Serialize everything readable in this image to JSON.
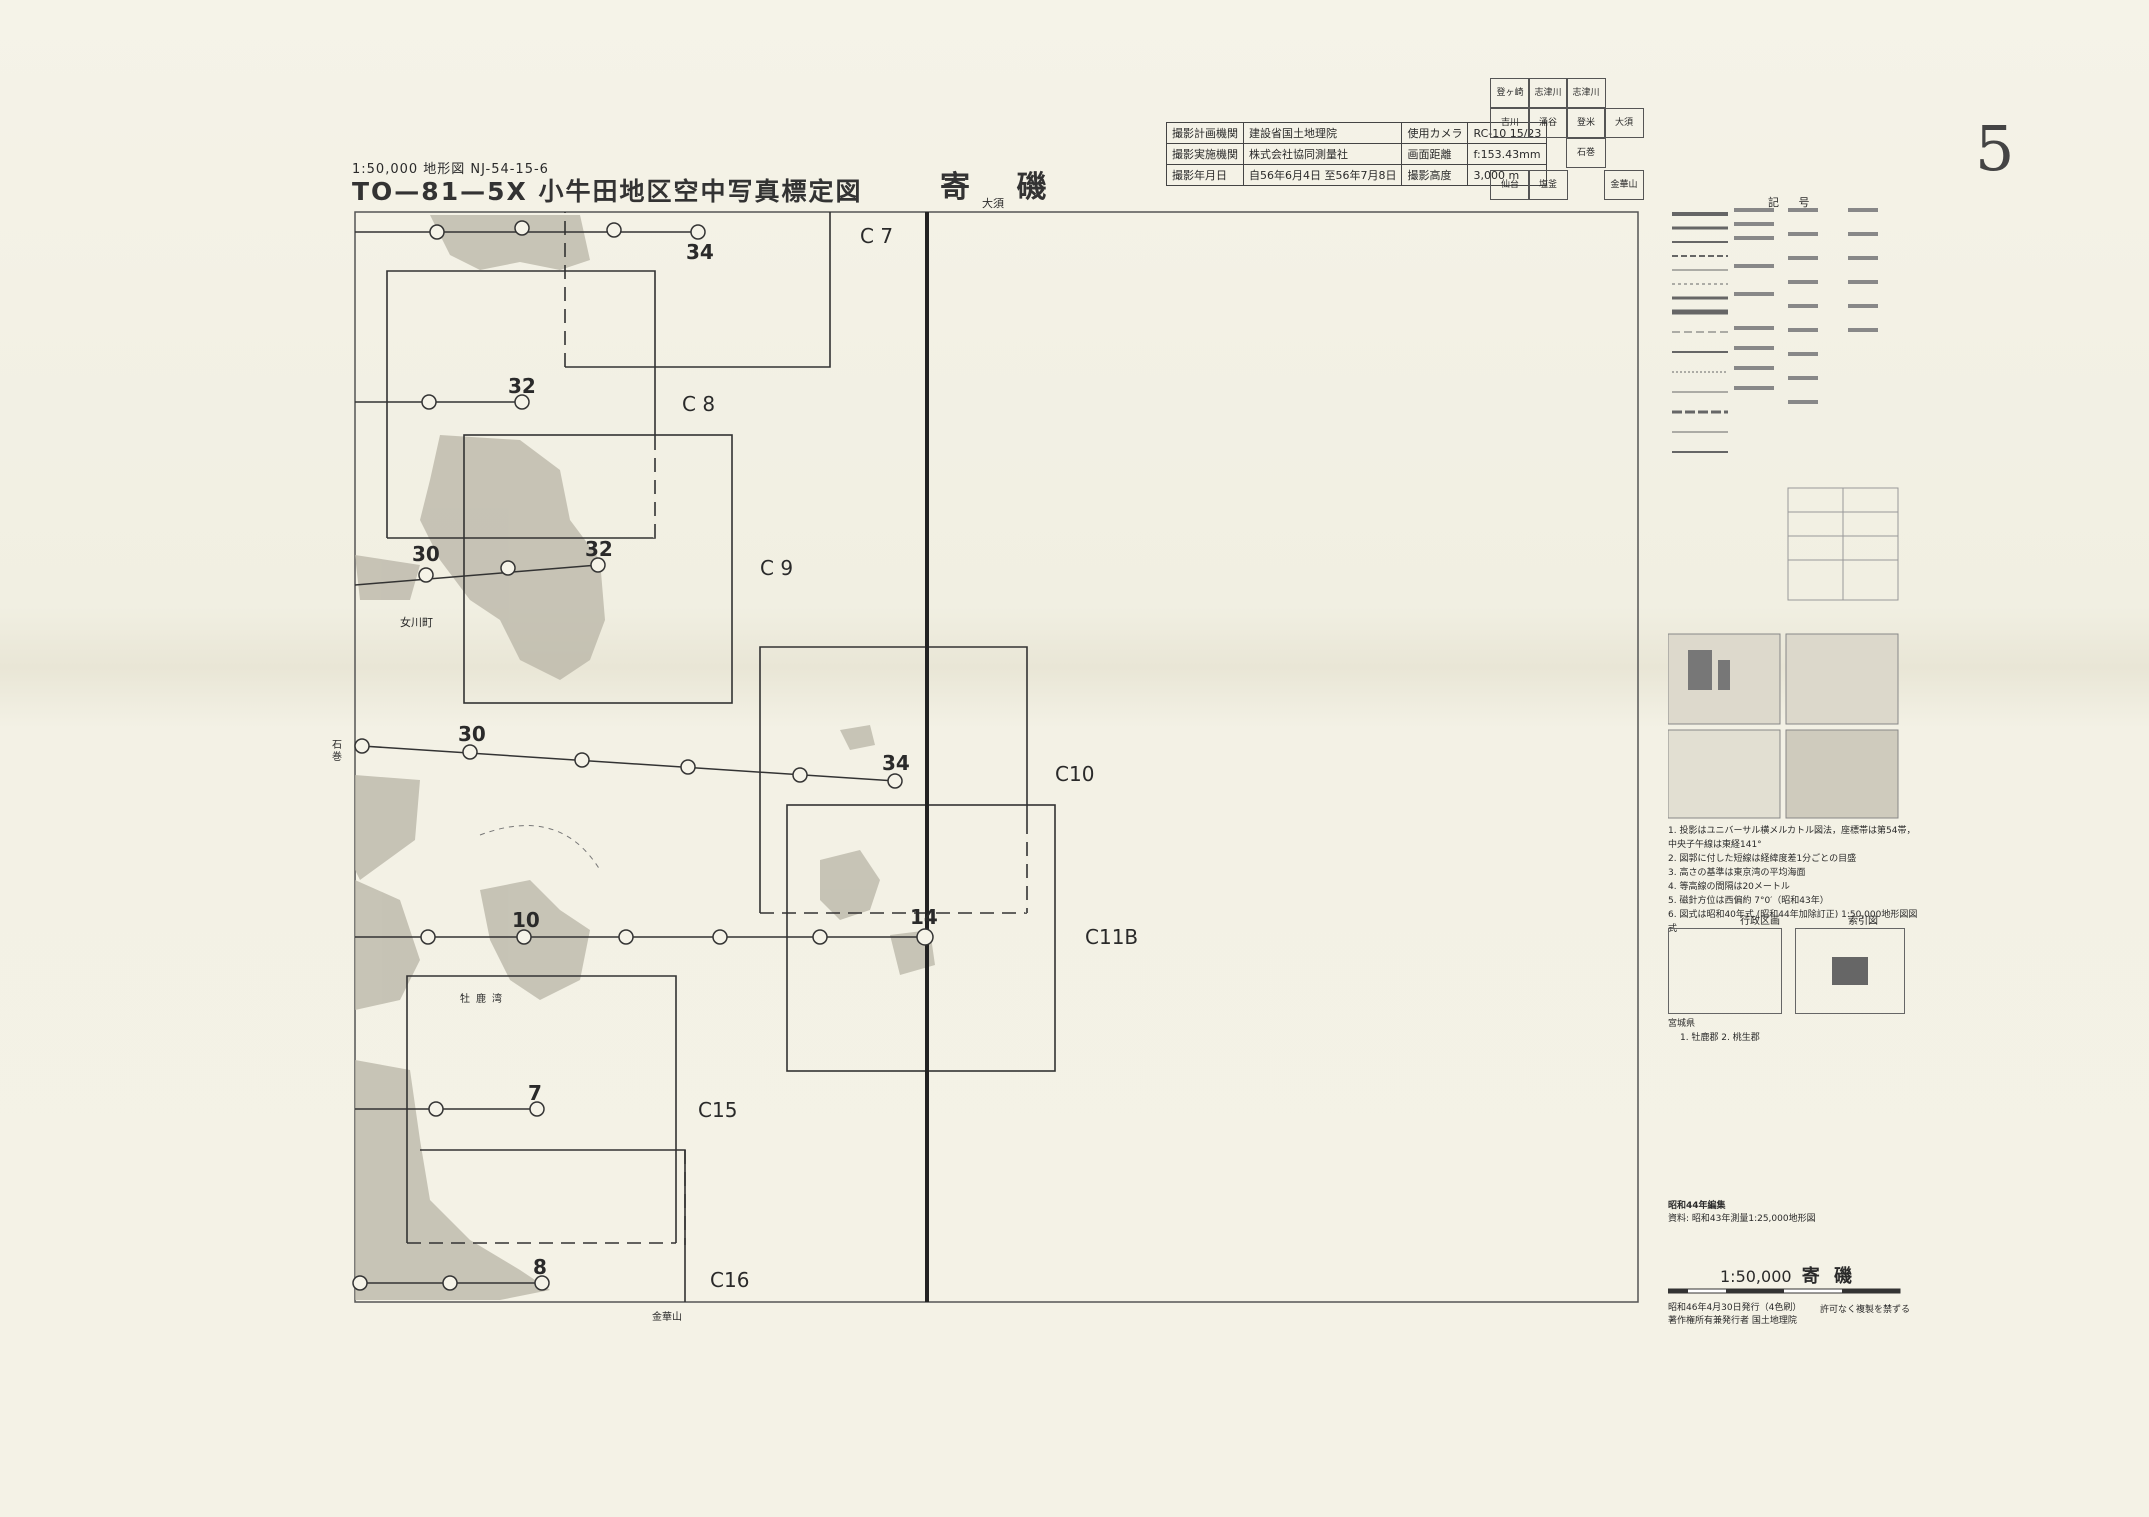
{
  "header": {
    "scale_line": "1:50,000 地形図  NJ-54-15-6",
    "main_title": "TO—81—5X  小牛田地区空中写真標定図",
    "sheet_name": "寄   磯",
    "sub_name": "大須",
    "page_number": "5"
  },
  "info_table": {
    "rows": [
      [
        "撮影計画機関",
        "建設省国土地理院",
        "使用カメラ",
        "RC-10 15/23"
      ],
      [
        "撮影実施機関",
        "株式会社協同測量社",
        "画面距離",
        "f:153.43mm"
      ],
      [
        "撮影年月日",
        "自56年6月4日 至56年7月8日",
        "撮影高度",
        "3,000 m"
      ]
    ]
  },
  "index_grid": [
    "登ヶ崎",
    "志津川",
    "吉川",
    "涌谷",
    "登米",
    "大須",
    "石巻",
    "金華山",
    "仙台",
    "塩釜"
  ],
  "map": {
    "photo_boxes": [
      "C 7",
      "C 8",
      "C 9",
      "C10",
      "C11B",
      "C15",
      "C16"
    ],
    "photo_numbers": [
      "34",
      "32",
      "30",
      "32",
      "30",
      "34",
      "10",
      "14",
      "7",
      "8"
    ],
    "place_labels": [
      "女川町",
      "石巻",
      "金華山",
      "牡鹿湾",
      "大須"
    ]
  },
  "legend": {
    "title": "記   号"
  },
  "notes": [
    "1. 投影はユニバーサル横メルカトル図法，座標帯は第54帯，中央子午線は東経141°",
    "2. 図郭に付した短線は経緯度差1分ごとの目盛",
    "3. 高さの基準は東京湾の平均海面",
    "4. 等高線の間隔は20メートル",
    "5. 磁針方位は西偏約 7°0′（昭和43年）",
    "6. 図式は昭和40年式 (昭和44年加除訂正) 1:50,000地形図図式"
  ],
  "admin_title": "行政区画",
  "admin_pref": "宮城県",
  "admin_towns": "1. 牡鹿郡    2. 桃生郡",
  "index_title": "索引図",
  "edition": {
    "line1": "昭和44年編集",
    "line2": "資料: 昭和43年測量1:25,000地形図"
  },
  "bottom": {
    "scale": "1:50,000",
    "name": "寄 磯",
    "pub1": "昭和46年4月30日発行（4色刷）",
    "pub2": "著作権所有兼発行者  国土地理院",
    "pub3": "許可なく複製を禁ずる"
  }
}
